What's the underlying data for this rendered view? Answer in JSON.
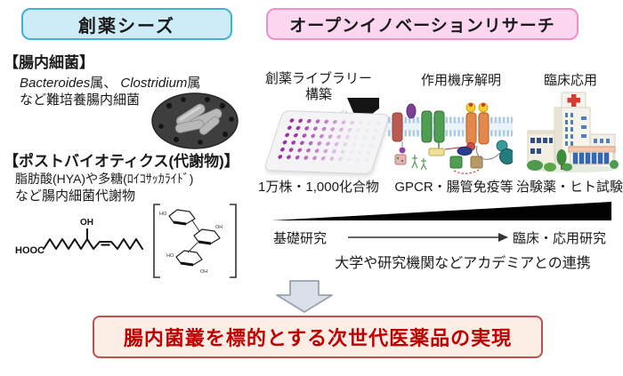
{
  "header": {
    "seeds_label": "創薬シーズ",
    "open_innovation_label": "オープンイノベーションリサーチ"
  },
  "left": {
    "gut_bacteria": {
      "heading": "【腸内細菌】",
      "genus1": "Bacteroides",
      "genus1_suffix": "属、 ",
      "genus2": "Clostridium",
      "genus2_suffix": "属",
      "description": "など難培養腸内細菌",
      "image": "sem-bacteria-photo"
    },
    "postbiotics": {
      "heading": "【ポストバイオティクス(代謝物)】",
      "line1": "脂肪酸(HYA)や多糖(ﾛｲｺｻｯｶﾗｲﾄﾞ)",
      "line2": "など腸内細菌代謝物",
      "chem": {
        "hooc": "HOOC",
        "oh": "OH",
        "poly_labels": [
          "HO",
          "OH",
          "HO",
          "OH"
        ]
      },
      "images": [
        "fatty-acid-structure",
        "polysaccharide-structure"
      ]
    }
  },
  "pipeline": {
    "columns": [
      {
        "title": "創薬ライブラリー",
        "title2": "構築",
        "caption": "1万株・1,000化合物",
        "image": "microplate-96well-photo"
      },
      {
        "title": "作用機序解明",
        "title2": "",
        "caption": "GPCR・腸管免疫等",
        "image": "gpcr-signaling-illustration"
      },
      {
        "title": "臨床応用",
        "title2": "",
        "caption": "治験薬・ヒト試験",
        "image": "hospital-building-illustration"
      }
    ],
    "spectrum": {
      "left_label": "基礎研究",
      "right_label": "臨床・応用研究"
    },
    "collaboration": "大学や研究機関などアカデミアとの連携"
  },
  "conclusion": {
    "text": "腸内菌叢を標的とする次世代医薬品の実現"
  },
  "colors": {
    "seeds_box_fill": "#cdecf7",
    "seeds_box_border": "#3fb1d8",
    "open_box_fill": "#fdd6f0",
    "open_box_border": "#f08fc8",
    "conclusion_fill": "#fdeee5",
    "conclusion_border": "#c0504d",
    "conclusion_text": "#c00000",
    "wedge": "#000000",
    "down_arrow_fill": "#dbdfe9",
    "down_arrow_border": "#9aa0ac",
    "well_purple": "#9b2fa0"
  }
}
